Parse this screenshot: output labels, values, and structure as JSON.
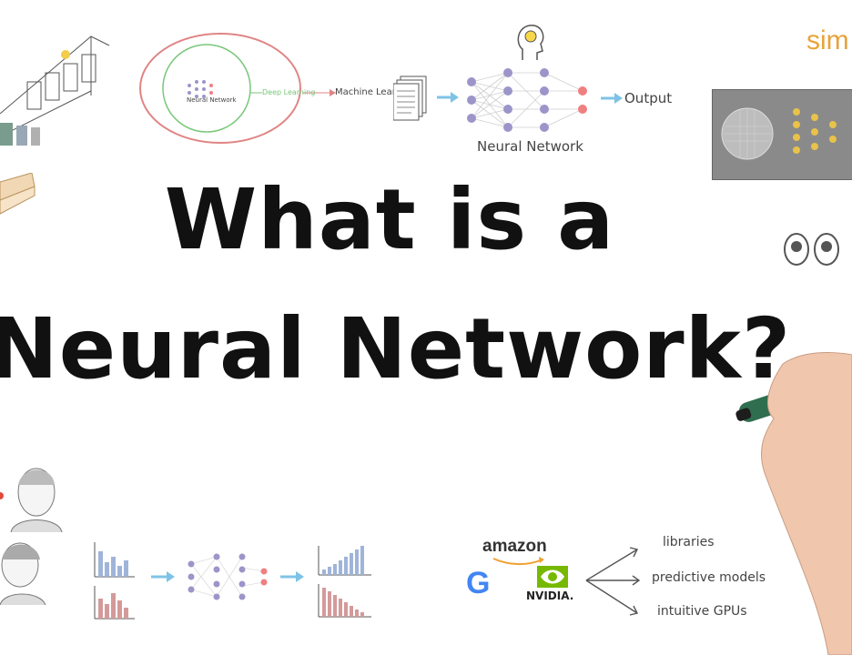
{
  "title": {
    "line1": "What is a",
    "line2": "Neural Network?"
  },
  "top_center": {
    "circle_inner_label": "Neural Network",
    "deep_learning_label": "Deep Learning",
    "machine_learning_label": "Machine Learn",
    "nn_caption": "Neural Network",
    "output_label": "Output"
  },
  "top_right": {
    "brand_fragment": "sim"
  },
  "bottom_right": {
    "amazon": "amazon",
    "google": "G",
    "nvidia": "NVIDIA.",
    "items": [
      "libraries",
      "predictive models",
      "intuitive GPUs"
    ]
  },
  "colors": {
    "accent_orange": "#e8a33a",
    "node_purple": "#9b95c9",
    "node_pink": "#f08080",
    "node_gray": "#cfcfcf",
    "arrow_blue": "#7ec3e6",
    "circle_red": "#e08585",
    "circle_green": "#7ac77a",
    "marker_green": "#2f6e4f"
  }
}
